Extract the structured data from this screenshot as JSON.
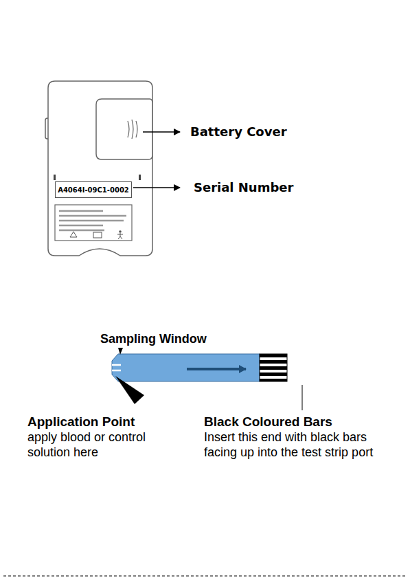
{
  "diagram": {
    "nodes": [
      {
        "text": [
          "A4064I-09C1-0002"
        ]
      }
    ],
    "labels": [
      "Battery Cover",
      "Serial Number",
      "Sampling Window",
      "Application Point",
      "apply blood or control solution here",
      "Black Coloured Bars",
      "Insert this end with black bars facing up into the test strip port"
    ]
  }
}
